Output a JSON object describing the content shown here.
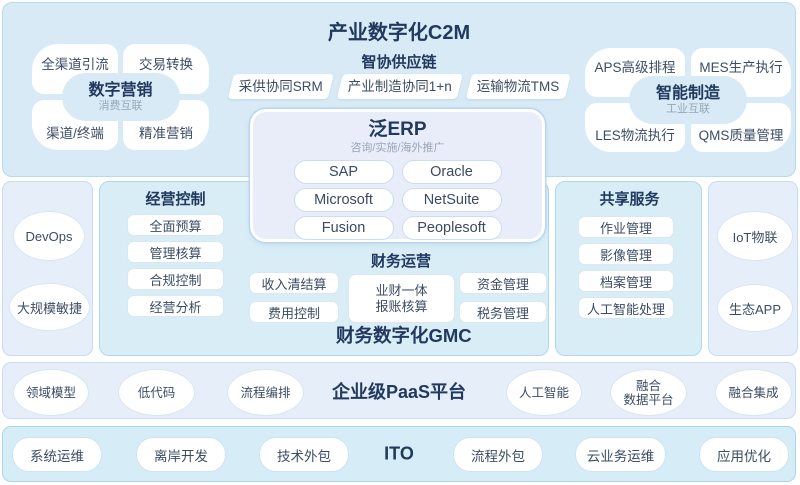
{
  "c2m": {
    "title": "产业数字化C2M",
    "supply_chain": {
      "title": "智协供应链",
      "items": [
        "采供协同SRM",
        "产业制造协同1+n",
        "运输物流TMS"
      ]
    },
    "digital_marketing": {
      "title": "数字营销",
      "subtitle": "消费互联",
      "petals": [
        "全渠道引流",
        "交易转换",
        "渠道/终端",
        "精准营销"
      ]
    },
    "smart_manufacturing": {
      "title": "智能制造",
      "subtitle": "工业互联",
      "petals": [
        "APS高级排程",
        "MES生产执行",
        "LES物流执行",
        "QMS质量管理"
      ]
    }
  },
  "erp": {
    "title": "泛ERP",
    "subtitle": "咨询/实施/海外推广",
    "vendors": [
      "SAP",
      "Oracle",
      "Microsoft",
      "NetSuite",
      "Fusion",
      "Peoplesoft"
    ]
  },
  "left_rail": {
    "items": [
      "DevOps",
      "大规模敏捷"
    ]
  },
  "right_rail": {
    "items": [
      "IoT物联",
      "生态APP"
    ]
  },
  "gmc": {
    "label": "财务数字化GMC",
    "operation_control": {
      "title": "经营控制",
      "items": [
        "全面预算",
        "管理核算",
        "合规控制",
        "经营分析"
      ]
    },
    "finance_operation": {
      "title": "财务运营",
      "left_items": [
        "收入清结算",
        "费用控制"
      ],
      "center_item": {
        "line1": "业财一体",
        "line2": "报账核算"
      },
      "right_items": [
        "资金管理",
        "税务管理"
      ]
    }
  },
  "shared_services": {
    "title": "共享服务",
    "items": [
      "作业管理",
      "影像管理",
      "档案管理",
      "人工智能处理"
    ]
  },
  "paas": {
    "label": "企业级PaaS平台",
    "items_left": [
      "领域模型",
      "低代码",
      "流程编排"
    ],
    "item_ai": "人工智能",
    "item_fusion": {
      "line1": "融合",
      "line2": "数据平台"
    },
    "item_integration": "融合集成"
  },
  "ito": {
    "label": "ITO",
    "items_left": [
      "系统运维",
      "离岸开发",
      "技术外包"
    ],
    "items_right": [
      "流程外包",
      "云业务运维",
      "应用优化"
    ]
  },
  "colors": {
    "navy_title": "#22395e",
    "band_blue": "#d8eaf6",
    "band_cyan": "#d9edf7",
    "band_lavender": "#e6eefa",
    "band_ito": "#d6edf8",
    "erp_fill": "#e9edf9",
    "muted_gray": "#98a7b8",
    "item_text": "#3c4d63"
  }
}
